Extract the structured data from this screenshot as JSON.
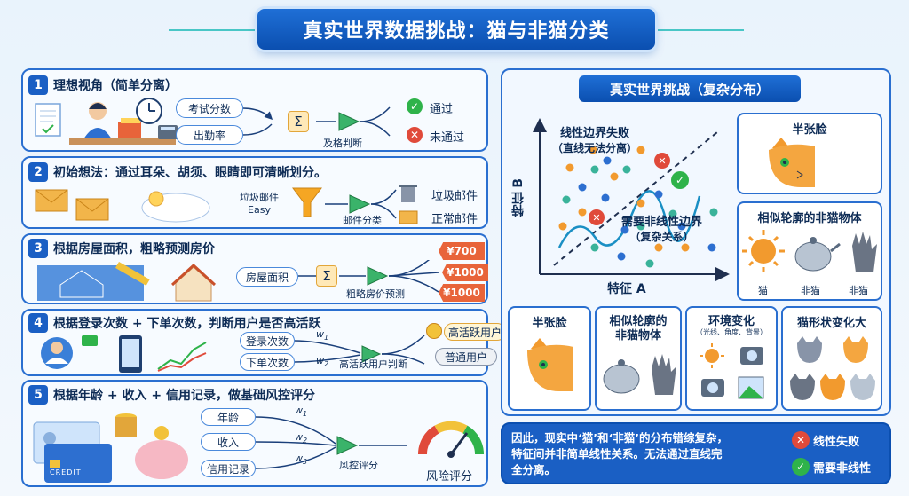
{
  "title": "真实世界数据挑战：猫与非猫分类",
  "p1": {
    "num": "1",
    "title": "理想视角（简单分离）",
    "in1": "考试分数",
    "in2": "出勤率",
    "node": "及格判断",
    "out1": "通过",
    "out2": "未通过"
  },
  "p2": {
    "num": "2",
    "title": "初始想法：通过耳朵、胡须、眼睛即可清晰划分。",
    "cloud1": "垃圾邮件",
    "cloud2": "Easy",
    "node": "邮件分类",
    "out1": "垃圾邮件",
    "out2": "正常邮件"
  },
  "p3": {
    "num": "3",
    "title": "根据房屋面积，粗略预测房价",
    "in1": "房屋面积",
    "node": "粗略房价预测",
    "tags": [
      "¥700",
      "¥1000",
      "¥1000"
    ]
  },
  "p4": {
    "num": "4",
    "title": "根据登录次数 + 下单次数，判断用户是否高活跃",
    "in1": "登录次数",
    "in2": "下单次数",
    "w1": "w",
    "w1s": "1",
    "w2": "w",
    "w2s": "2",
    "node": "高活跃用户判断",
    "out1": "高活跃用户",
    "out2": "普通用户"
  },
  "p5": {
    "num": "5",
    "title": "根据年龄 + 收入 + 信用记录，做基础风控评分",
    "in1": "年龄",
    "in2": "收入",
    "in3": "信用记录",
    "w1": "w",
    "w1s": "1",
    "w2": "w",
    "w2s": "2",
    "w3": "w",
    "w3s": "3",
    "node": "风控评分",
    "gauge": "风险评分",
    "card_text": "CREDIT"
  },
  "right": {
    "header": "真实世界挑战（复杂分布）",
    "ylabel": "特征 B",
    "xlabel": "特征 A",
    "ann1_l1": "线性边界失败",
    "ann1_l2": "（直线无法分离）",
    "ann2_l1": "需要非线性边界",
    "ann2_l2": "（复杂关系）",
    "half_face": "半张脸",
    "similar": "相似轮廓的非猫物体",
    "sim_labels": [
      "猫",
      "非猫",
      "非猫"
    ],
    "bottom_cards": [
      {
        "l1": "半张脸",
        "l2": ""
      },
      {
        "l1": "相似轮廓的",
        "l2": "非猫物体"
      },
      {
        "l1": "环境变化",
        "l2": "（光线、角度、背景）"
      },
      {
        "l1": "猫形状变化大",
        "l2": ""
      }
    ],
    "conclusion_l1": "因此，现实中‘猫’和‘非猫’的分布错综复杂，",
    "conclusion_l2": "特征间并非简单线性关系。无法通过直线完",
    "conclusion_l3": "全分离。",
    "badge1": "线性失败",
    "badge2": "需要非线性"
  },
  "colors": {
    "primary": "#1a5fc4",
    "accent": "#2a6fd0",
    "green": "#2fb34a",
    "red": "#e04a3a",
    "orange": "#e8643a",
    "teal": "#3ab39a"
  }
}
